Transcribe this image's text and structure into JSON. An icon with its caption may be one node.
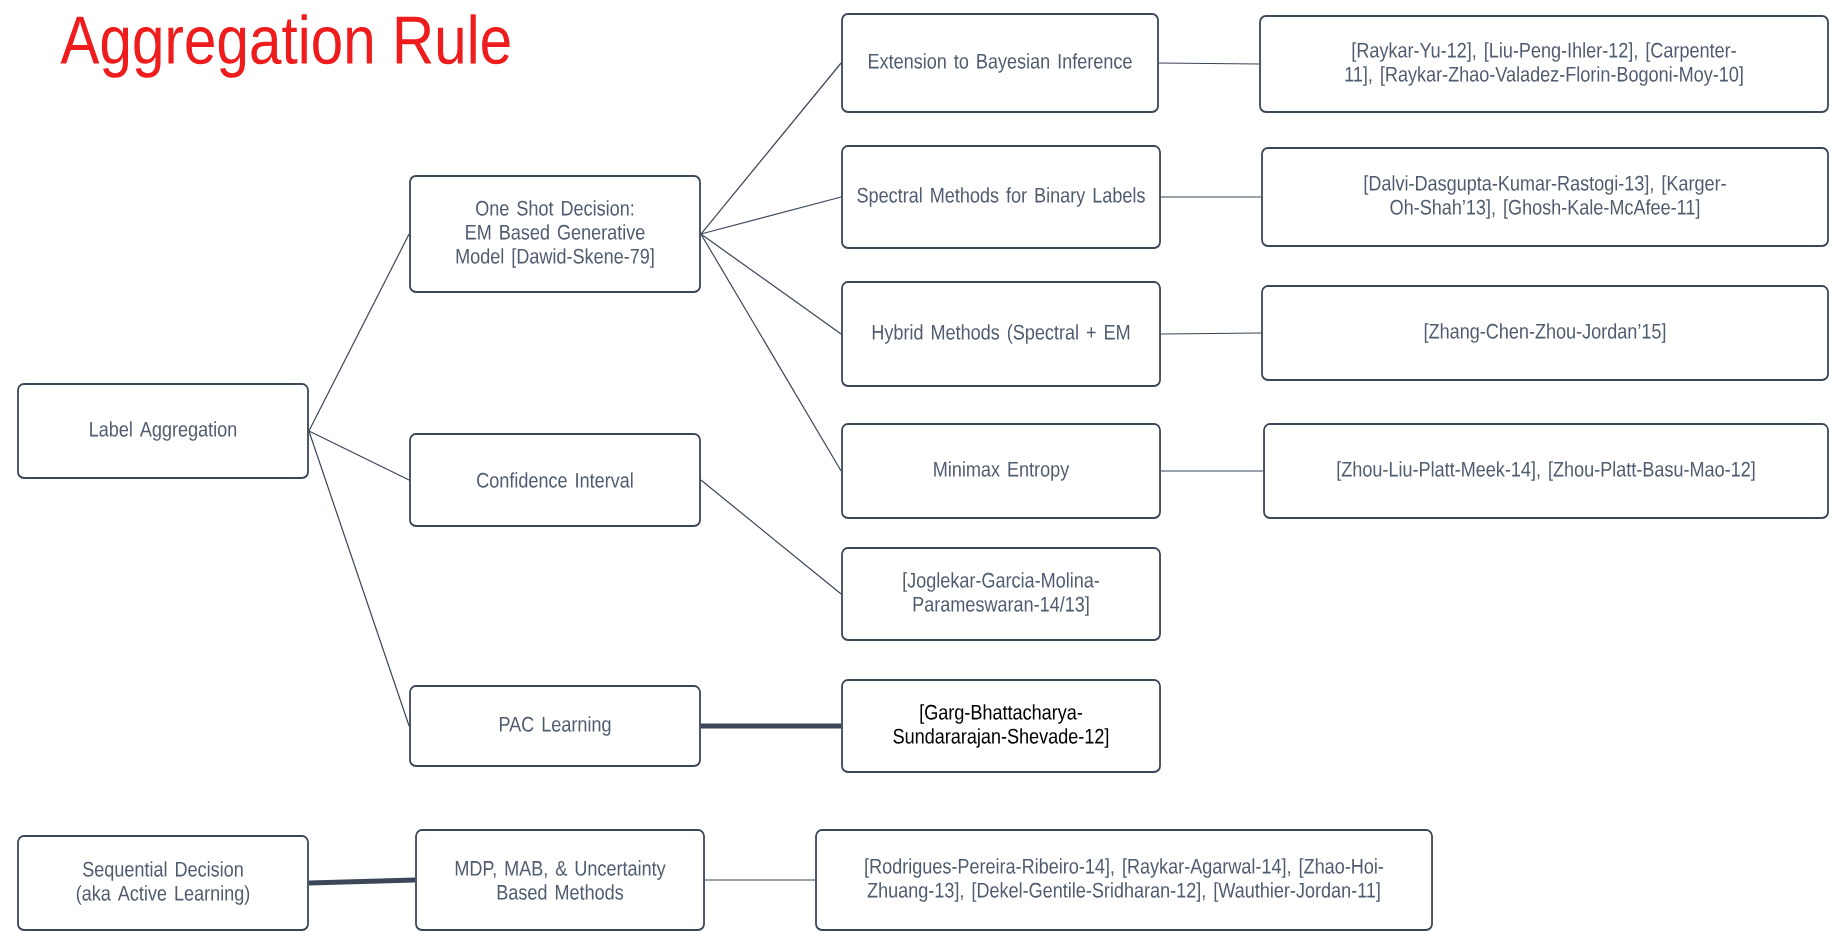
{
  "diagram": {
    "title": "Aggregation Rule",
    "nodes": [
      {
        "text": [
          "Label Aggregation"
        ]
      },
      {
        "text": [
          "One Shot Decision: EM Based Generative Model [Dawid-Skene-79]"
        ]
      },
      {
        "text": [
          "Confidence Interval"
        ]
      },
      {
        "text": [
          "PAC Learning"
        ]
      },
      {
        "text": [
          "Extension to Bayesian Inference"
        ]
      },
      {
        "text": [
          "Spectral Methods for Binary Labels"
        ]
      },
      {
        "text": [
          "Hybrid Methods (Spectral + EM"
        ]
      },
      {
        "text": [
          "Minimax Entropy"
        ]
      },
      {
        "text": [
          "[Joglekar-Garcia-Molina-Parameswaran-14/13]"
        ]
      },
      {
        "text": [
          "[Garg-Bhattacharya-Sundararajan-Shevade-12]"
        ]
      },
      {
        "text": [
          "[Raykar-Yu-12], [Liu-Peng-Ihler-12], [Carpenter-11], [Raykar-Zhao-Valadez-Florin-Bogoni-Moy-10]"
        ]
      },
      {
        "text": [
          "[Dalvi-Dasgupta-Kumar-Rastogi-13], [Karger-Oh-Shah’13], [Ghosh-Kale-McAfee-11]"
        ]
      },
      {
        "text": [
          "[Zhang-Chen-Zhou-Jordan’15]"
        ]
      },
      {
        "text": [
          "[Zhou-Liu-Platt-Meek-14], [Zhou-Platt-Basu-Mao-12]"
        ]
      },
      {
        "text": [
          "Sequential Decision (aka Active Learning)"
        ]
      },
      {
        "text": [
          "MDP, MAB, & Uncertainty Based Methods"
        ]
      },
      {
        "text": [
          "[Rodrigues-Pereira-Ribeiro-14], [Raykar-Agarwal-14], [Zhao-Hoi-Zhuang-13], [Dekel-Gentile-Sridharan-12], [Wauthier-Jordan-11]"
        ]
      }
    ],
    "edges": [
      {
        "from": 0,
        "to": 1,
        "arrow": "none"
      },
      {
        "from": 0,
        "to": 2,
        "arrow": "none"
      },
      {
        "from": 0,
        "to": 3,
        "arrow": "none"
      },
      {
        "from": 1,
        "to": 4,
        "arrow": "none"
      },
      {
        "from": 1,
        "to": 5,
        "arrow": "none"
      },
      {
        "from": 1,
        "to": 6,
        "arrow": "none"
      },
      {
        "from": 1,
        "to": 7,
        "arrow": "none"
      },
      {
        "from": 2,
        "to": 8,
        "arrow": "none"
      },
      {
        "from": 3,
        "to": 9,
        "arrow": "none",
        "style": "thick"
      },
      {
        "from": 4,
        "to": 10,
        "arrow": "none"
      },
      {
        "from": 5,
        "to": 11,
        "arrow": "none"
      },
      {
        "from": 6,
        "to": 12,
        "arrow": "none"
      },
      {
        "from": 7,
        "to": 13,
        "arrow": "none"
      },
      {
        "from": 14,
        "to": 15,
        "arrow": "none",
        "style": "thick"
      },
      {
        "from": 15,
        "to": 16,
        "arrow": "none"
      }
    ]
  }
}
